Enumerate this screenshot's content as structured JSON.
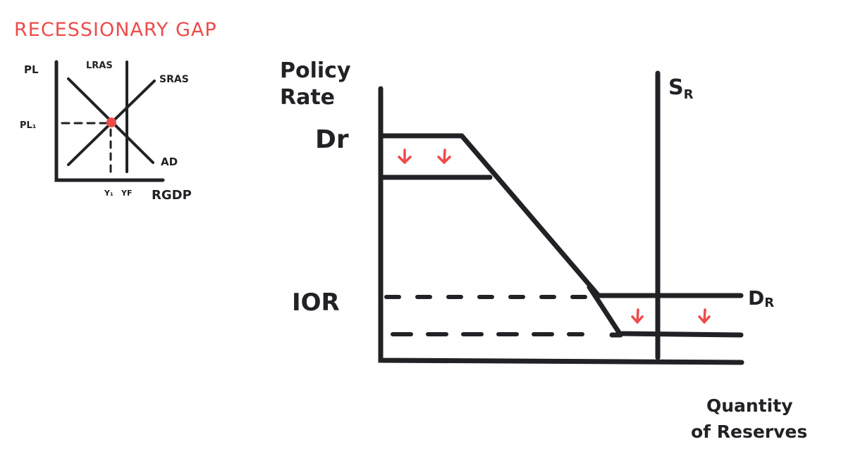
{
  "title": "RECESSIONARY GAP",
  "colors": {
    "ink": "#222226",
    "accent": "#ee4b4b",
    "background": "#ffffff"
  },
  "small_chart": {
    "y_axis_label": "PL",
    "x_axis_label": "RGDP",
    "curves": {
      "lras": "LRAS",
      "sras": "SRAS",
      "ad": "AD"
    },
    "price_level_marker": "PL₁",
    "x_markers": {
      "y1": "Y₁",
      "yf": "YF"
    }
  },
  "main_chart": {
    "y_axis_label_line1": "Policy",
    "y_axis_label_line2": "Rate",
    "x_axis_label_line1": "Quantity",
    "x_axis_label_line2": "of Reserves",
    "discount_rate_label": "Dr",
    "ior_label": "IOR",
    "supply_label": "S",
    "supply_subscript": "R",
    "demand_label": "D",
    "demand_subscript": "R"
  },
  "chart_data": [
    {
      "type": "diagram",
      "title": "Recessionary Gap (AD-AS model)",
      "xlabel": "RGDP",
      "ylabel": "PL",
      "series": [
        {
          "name": "LRAS",
          "shape": "vertical line at YF"
        },
        {
          "name": "SRAS",
          "shape": "upward sloping"
        },
        {
          "name": "AD",
          "shape": "downward sloping"
        }
      ],
      "equilibrium": {
        "price_level": "PL1",
        "output": "Y1",
        "note": "Y1 < YF (recessionary gap)"
      },
      "annotations": [
        "PL1",
        "Y1",
        "YF"
      ]
    },
    {
      "type": "diagram",
      "title": "Reserves market (ample reserves framework)",
      "xlabel": "Quantity of Reserves",
      "ylabel": "Policy Rate",
      "series": [
        {
          "name": "SR",
          "shape": "vertical supply of reserves"
        },
        {
          "name": "DR",
          "shape": "kinked demand: flat at Dr ceiling, downward slope, flat at IOR floor"
        }
      ],
      "annotations": [
        "Dr",
        "IOR",
        "red arrows: Dr and IOR lowered (shift down)"
      ]
    }
  ]
}
